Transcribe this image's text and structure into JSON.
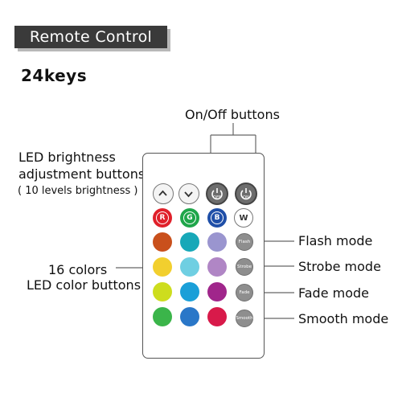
{
  "header": {
    "title": "Remote Control",
    "subtitle": "24keys"
  },
  "annotations": {
    "onoff": "On/Off buttons",
    "brightness_line1": "LED brightness",
    "brightness_line2": "adjustment buttons",
    "brightness_line3": "( 10 levels brightness )",
    "colors_line1": "16 colors",
    "colors_line2": "LED color buttons",
    "flash_mode": "Flash mode",
    "strobe_mode": "Strobe mode",
    "fade_mode": "Fade mode",
    "smooth_mode": "Smooth mode"
  },
  "remote": {
    "power_off_label": "OFF",
    "power_on_label": "ON",
    "rgb_labels": [
      "R",
      "G",
      "B"
    ],
    "white_label": "W",
    "mode_labels": [
      "Flash",
      "Strobe",
      "Fade",
      "Smooth"
    ],
    "colors": {
      "red": "#e0202a",
      "green": "#1fa64a",
      "blue": "#1f4fa8",
      "orange": "#c9501c",
      "teal": "#17a8b8",
      "lavender": "#9a95cf",
      "yellow": "#f2cf2e",
      "light_cyan": "#6fcfe2",
      "light_purple": "#b086c5",
      "lime": "#cddd1e",
      "sky_blue": "#1a9fd8",
      "magenta": "#a0268b",
      "bright_green": "#3bb54a",
      "royal_blue": "#2a77c8",
      "crimson": "#d81a4a"
    }
  }
}
